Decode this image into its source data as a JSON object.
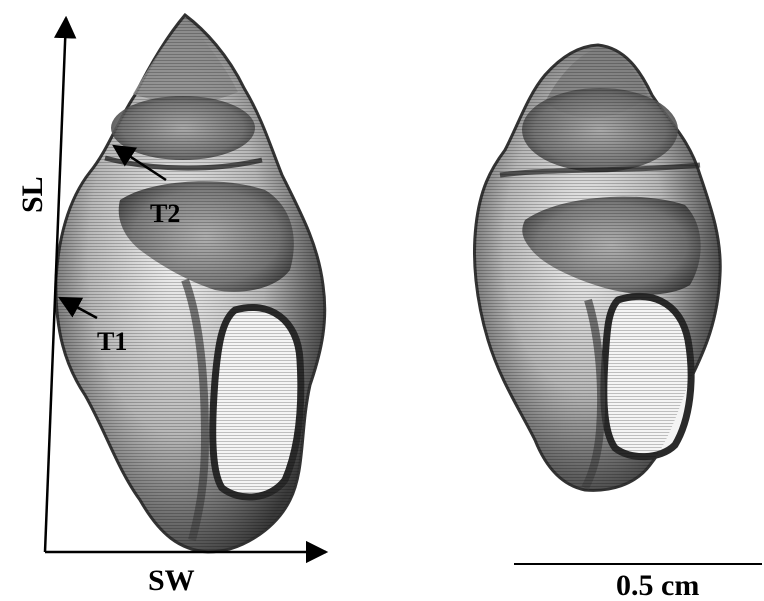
{
  "figure": {
    "axis_labels": {
      "length": "SL",
      "width": "SW"
    },
    "whorl_labels": {
      "t1": "T1",
      "t2": "T2"
    },
    "scale_bar": {
      "label": "0.5 cm"
    }
  },
  "colors": {
    "ink": "#000000",
    "shell_dark": "#2f2f2f",
    "shell_mid": "#7a7a7a",
    "shell_light": "#d9d9d9"
  }
}
